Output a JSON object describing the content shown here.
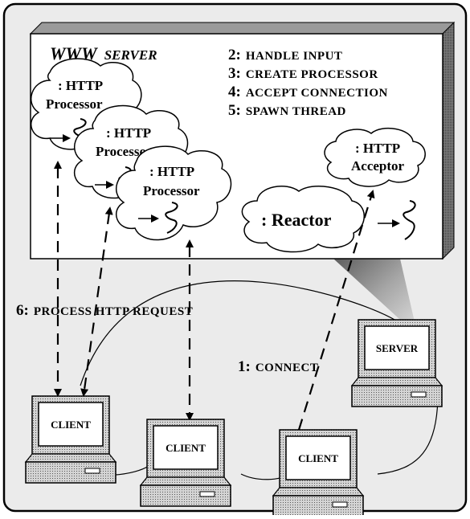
{
  "server_panel": {
    "title_main": "WWW",
    "title_sub": "SERVER",
    "steps": [
      {
        "num": "2:",
        "text": "HANDLE INPUT"
      },
      {
        "num": "3:",
        "text": "CREATE PROCESSOR"
      },
      {
        "num": "4:",
        "text": "ACCEPT CONNECTION"
      },
      {
        "num": "5:",
        "text": "SPAWN THREAD"
      }
    ],
    "processors": [
      {
        "line1": ": HTTP",
        "line2": "Processor"
      },
      {
        "line1": ": HTTP",
        "line2": "Processor"
      },
      {
        "line1": ": HTTP",
        "line2": "Processor"
      }
    ],
    "acceptor": {
      "line1": ": HTTP",
      "line2": "Acceptor"
    },
    "reactor": ": Reactor"
  },
  "step_process": {
    "num": "6:",
    "text": "PROCESS HTTP REQUEST"
  },
  "step_connect": {
    "num": "1:",
    "text": "CONNECT"
  },
  "computers": {
    "server": "SERVER",
    "client_1": "CLIENT",
    "client_2": "CLIENT",
    "client_3": "CLIENT"
  },
  "colors": {
    "frame_bg": "#ebebeb",
    "panel_bg": "#ffffff",
    "shadow": "#6a6a6a",
    "ink": "#000000"
  }
}
